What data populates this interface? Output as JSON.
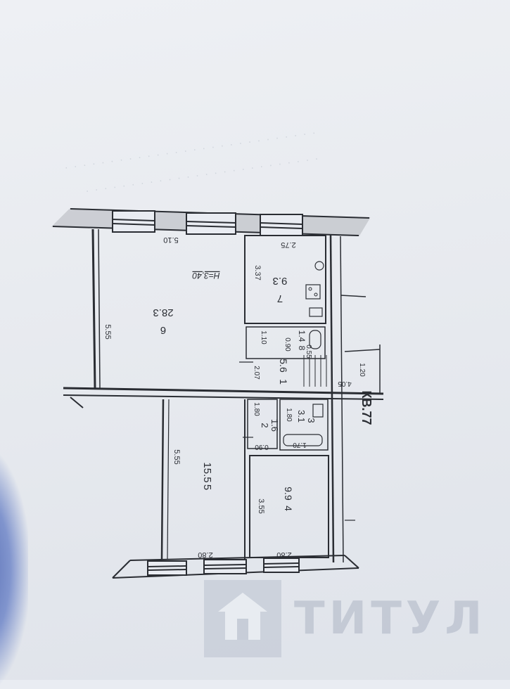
{
  "apartment_label": "КВ.77",
  "ceiling_height": "H=3,40",
  "rooms": [
    {
      "number": "6",
      "area": "28.3"
    },
    {
      "number": "7",
      "area": "9.3"
    },
    {
      "number": "8",
      "area": "1.4"
    },
    {
      "number": "1",
      "area": "5.6"
    },
    {
      "number": "2",
      "area": "1.6"
    },
    {
      "number": "3",
      "area": "3.1"
    },
    {
      "number": "5",
      "area": "15.5"
    },
    {
      "number": "4",
      "area": "9.9"
    }
  ],
  "dimensions": {
    "room6_width": "5.10",
    "room6_length": "5.55",
    "room7_width": "2.75",
    "room7_length": "3.37",
    "room8_a": "1.10",
    "room8_b": "0.90",
    "room8_c": "0.55",
    "hall_a": "2.07",
    "hall_b": "4.05",
    "hall_c": "1.20",
    "room2_a": "1.80",
    "room2_b": "0.90",
    "room3_a": "1.80",
    "room3_b": "1.70",
    "room5_length": "5.55",
    "room5_width": "2.80",
    "room4_length": "3.55",
    "room4_width": "2.80"
  },
  "watermark": {
    "brand": "ТИТУЛ"
  },
  "colors": {
    "ink": "#2a2d33",
    "paper": "#e9ecf2",
    "watermark": "#bcc2cd"
  }
}
